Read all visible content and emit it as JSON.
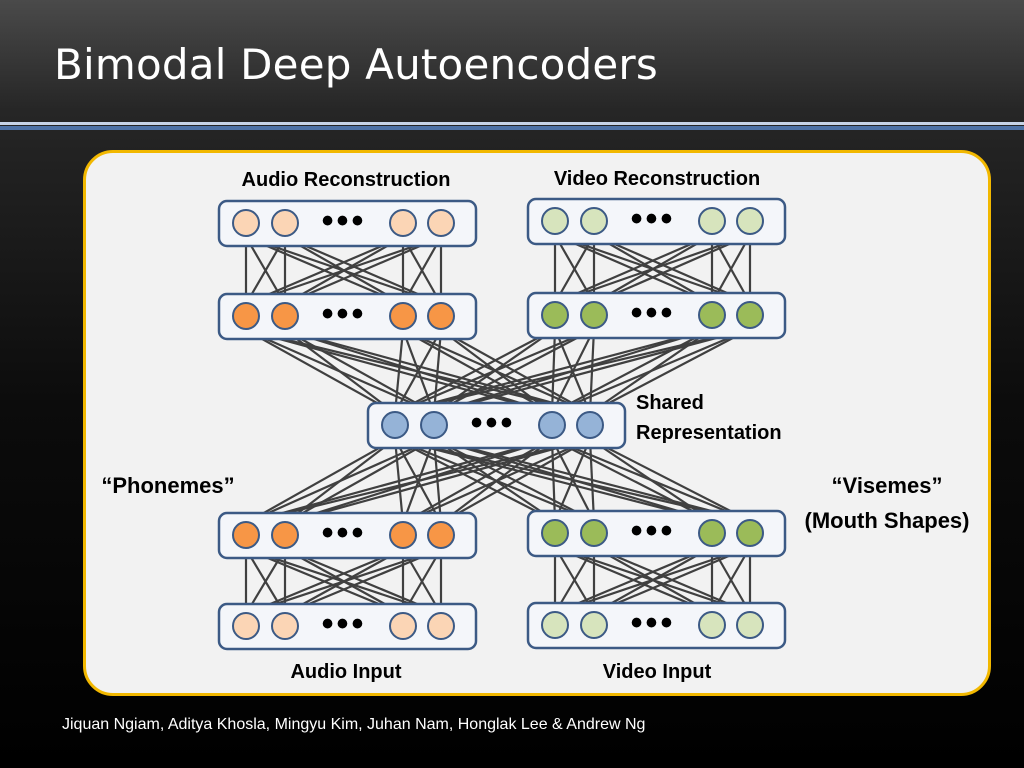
{
  "slide": {
    "title": "Bimodal Deep Autoencoders",
    "credits": "Jiquan Ngiam, Aditya Khosla, Mingyu Kim, Juhan Nam, Honglak Lee & Andrew Ng"
  },
  "diagram": {
    "labels": {
      "audio_reconstruction": "Audio Reconstruction",
      "video_reconstruction": "Video Reconstruction",
      "shared_line1": "Shared",
      "shared_line2": "Representation",
      "phonemes": "“Phonemes”",
      "visemes_line1": "“Visemes”",
      "visemes_line2": "(Mouth Shapes)",
      "audio_input": "Audio Input",
      "video_input": "Video Input"
    },
    "ellipsis": "•••",
    "layers": [
      {
        "id": "audio-reconstruction-layer",
        "modality": "audio",
        "role": "reconstruction"
      },
      {
        "id": "video-reconstruction-layer",
        "modality": "video",
        "role": "reconstruction"
      },
      {
        "id": "audio-decoder-hidden-layer",
        "modality": "audio",
        "role": "hidden"
      },
      {
        "id": "video-decoder-hidden-layer",
        "modality": "video",
        "role": "hidden"
      },
      {
        "id": "shared-representation-layer",
        "modality": "shared",
        "role": "shared"
      },
      {
        "id": "audio-encoder-hidden-layer",
        "modality": "audio",
        "role": "hidden"
      },
      {
        "id": "video-encoder-hidden-layer",
        "modality": "video",
        "role": "hidden"
      },
      {
        "id": "audio-input-layer",
        "modality": "audio",
        "role": "input"
      },
      {
        "id": "video-input-layer",
        "modality": "video",
        "role": "input"
      }
    ],
    "connections": [
      {
        "from": "audio-input-layer",
        "to": "audio-encoder-hidden-layer"
      },
      {
        "from": "video-input-layer",
        "to": "video-encoder-hidden-layer"
      },
      {
        "from": "audio-encoder-hidden-layer",
        "to": "shared-representation-layer"
      },
      {
        "from": "video-encoder-hidden-layer",
        "to": "shared-representation-layer"
      },
      {
        "from": "shared-representation-layer",
        "to": "audio-decoder-hidden-layer"
      },
      {
        "from": "shared-representation-layer",
        "to": "video-decoder-hidden-layer"
      },
      {
        "from": "audio-decoder-hidden-layer",
        "to": "audio-reconstruction-layer"
      },
      {
        "from": "video-decoder-hidden-layer",
        "to": "video-reconstruction-layer"
      }
    ],
    "colors": {
      "audio_light": "#fbd5b5",
      "audio_dark": "#f79646",
      "video_light": "#d7e4bd",
      "video_dark": "#9bbb59",
      "shared": "#95b3d7",
      "node_stroke": "#3c5a85",
      "layer_border": "#3c5a85",
      "arrow": "#404040",
      "panel_bg": "#f2f2f2",
      "panel_border": "#f2b800",
      "title_rule": "#4e72a6"
    }
  }
}
